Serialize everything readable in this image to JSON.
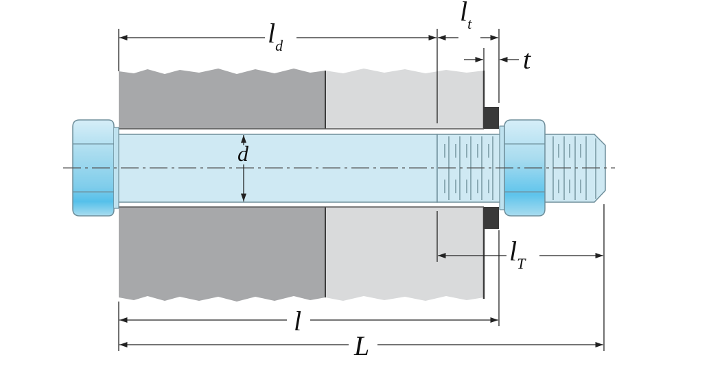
{
  "labels": {
    "ld_main": "l",
    "ld_sub": "d",
    "lt_main": "l",
    "lt_sub": "t",
    "t": "t",
    "d": "d",
    "lT_main": "l",
    "lT_sub": "T",
    "l": "l",
    "L": "L"
  },
  "colors": {
    "member_dark": "#a7a8aa",
    "member_light": "#d9dadb",
    "bolt_fill": "#cfe9f3",
    "bolt_stroke": "#6e8e9a",
    "head_fill": "#a9dcef",
    "head_highlight": "#5ec4ec",
    "washer": "#3a3a3a",
    "dimension_line": "#222222"
  }
}
